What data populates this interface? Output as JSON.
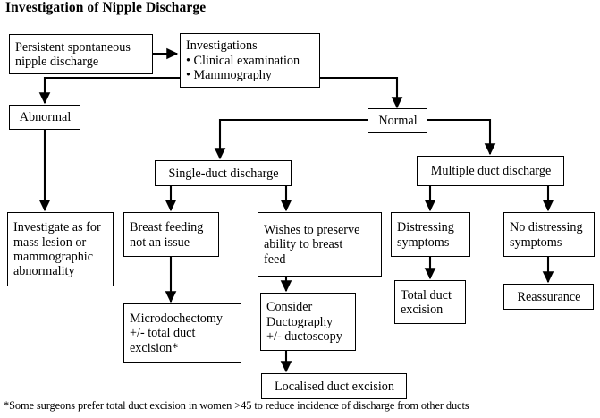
{
  "title": "Investigation of Nipple Discharge",
  "footnote": "*Some surgeons prefer total duct excision in women >45 to reduce incidence of discharge from other ducts",
  "colors": {
    "background": "#ffffff",
    "box_border": "#000000",
    "text": "#000000",
    "connector": "#000000"
  },
  "chart_data": {
    "type": "diagram",
    "subtype": "flowchart",
    "title": "Investigation of Nipple Discharge",
    "orientation": "top-to-bottom",
    "nodes": [
      {
        "id": "persistent",
        "label": "Persistent spontaneous nipple discharge",
        "lines": [
          "Persistent spontaneous",
          "nipple discharge"
        ]
      },
      {
        "id": "investigations",
        "label": "Investigations • Clinical examination • Mammography",
        "lines": [
          "Investigations",
          "• Clinical examination",
          "• Mammography"
        ]
      },
      {
        "id": "abnormal",
        "label": "Abnormal",
        "lines": [
          "Abnormal"
        ]
      },
      {
        "id": "normal",
        "label": "Normal",
        "lines": [
          "Normal"
        ]
      },
      {
        "id": "single-duct",
        "label": "Single-duct discharge",
        "lines": [
          "Single-duct discharge"
        ]
      },
      {
        "id": "multiple-duct",
        "label": "Multiple duct discharge",
        "lines": [
          "Multiple duct discharge"
        ]
      },
      {
        "id": "investigate-mass",
        "label": "Investigate as for mass lesion or mammographic abnormality",
        "lines": [
          "Investigate as for",
          "mass lesion or",
          "mammographic",
          "abnormality"
        ]
      },
      {
        "id": "breast-feeding-not-issue",
        "label": "Breast feeding not an issue",
        "lines": [
          "Breast feeding",
          "not an issue"
        ]
      },
      {
        "id": "wishes-preserve",
        "label": "Wishes to preserve ability to breast feed",
        "lines": [
          "Wishes to preserve",
          "ability to breast",
          "feed"
        ]
      },
      {
        "id": "distressing",
        "label": "Distressing symptoms",
        "lines": [
          "Distressing",
          "symptoms"
        ]
      },
      {
        "id": "no-distressing",
        "label": "No distressing symptoms",
        "lines": [
          "No distressing",
          "symptoms"
        ]
      },
      {
        "id": "microdochectomy",
        "label": "Microdochectomy +/- total duct excision*",
        "lines": [
          "Microdochectomy",
          "+/- total duct",
          "excision*"
        ]
      },
      {
        "id": "consider-ductography",
        "label": "Consider Ductography +/- ductoscopy",
        "lines": [
          "Consider",
          "Ductography",
          "+/- ductoscopy"
        ]
      },
      {
        "id": "total-duct-excision",
        "label": "Total duct excision",
        "lines": [
          "Total duct",
          "excision"
        ]
      },
      {
        "id": "reassurance",
        "label": "Reassurance",
        "lines": [
          "Reassurance"
        ]
      },
      {
        "id": "localised-duct-excision",
        "label": "Localised duct excision",
        "lines": [
          "Localised duct excision"
        ]
      }
    ],
    "edges": [
      {
        "from": "persistent",
        "to": "investigations"
      },
      {
        "from": "investigations",
        "to": "abnormal"
      },
      {
        "from": "investigations",
        "to": "normal"
      },
      {
        "from": "normal",
        "to": "single-duct"
      },
      {
        "from": "normal",
        "to": "multiple-duct"
      },
      {
        "from": "abnormal",
        "to": "investigate-mass"
      },
      {
        "from": "single-duct",
        "to": "breast-feeding-not-issue"
      },
      {
        "from": "single-duct",
        "to": "wishes-preserve"
      },
      {
        "from": "multiple-duct",
        "to": "distressing"
      },
      {
        "from": "multiple-duct",
        "to": "no-distressing"
      },
      {
        "from": "breast-feeding-not-issue",
        "to": "microdochectomy"
      },
      {
        "from": "wishes-preserve",
        "to": "consider-ductography"
      },
      {
        "from": "consider-ductography",
        "to": "localised-duct-excision"
      },
      {
        "from": "distressing",
        "to": "total-duct-excision"
      },
      {
        "from": "no-distressing",
        "to": "reassurance"
      }
    ]
  }
}
